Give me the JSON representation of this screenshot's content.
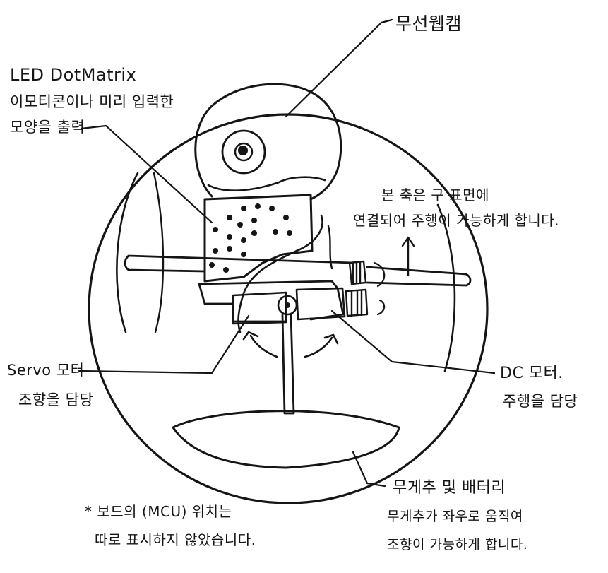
{
  "labels": {
    "webcam": "무선웹캠",
    "led": [
      "LED DotMatrix",
      "이모티콘이나 미리 입력한",
      "모양을 출력"
    ],
    "axis": [
      "본 축은 구 표면에",
      "연결되어 주행이 가능하게 합니다."
    ],
    "servo": [
      "Servo 모터",
      "조향을 담당"
    ],
    "dc": [
      "DC 모터.",
      "주행을 담당"
    ],
    "weight": [
      "무게추 및 배터리",
      "무게추가 좌우로 움직여",
      "조향이 가능하게 합니다."
    ],
    "note": [
      "* 보드의 (MCU) 위치는",
      "따로 표시하지 않았습니다."
    ]
  }
}
